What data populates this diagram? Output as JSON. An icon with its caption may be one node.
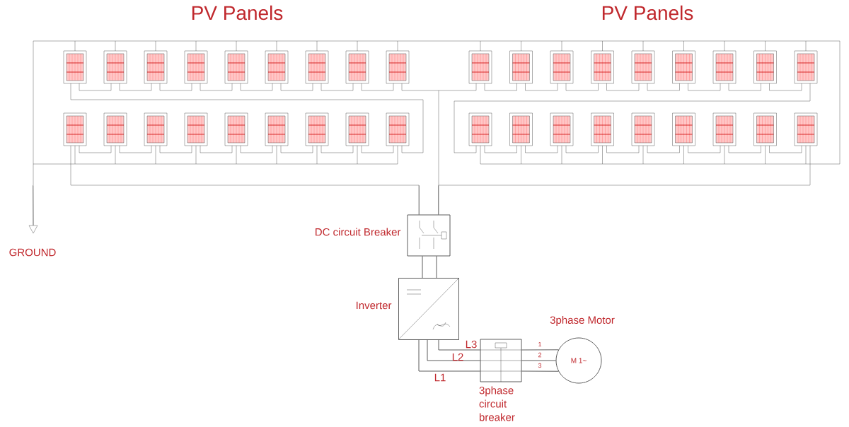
{
  "diagram": {
    "nodes": [
      {
        "text": [
          "PV Panels"
        ]
      },
      {
        "text": [
          "PV Panels"
        ]
      },
      {
        "text": [
          "GROUND"
        ]
      },
      {
        "text": [
          "DC circuit Breaker"
        ]
      },
      {
        "text": [
          "Inverter"
        ]
      },
      {
        "text": [
          "3phase circuit breaker"
        ]
      },
      {
        "text": [
          "3phase Motor",
          "M 1~"
        ]
      }
    ],
    "edges": [
      {
        "from": 0,
        "to": 3,
        "arrow": "none"
      },
      {
        "from": 1,
        "to": 3,
        "arrow": "none"
      },
      {
        "from": 0,
        "to": 2,
        "arrow": "none"
      },
      {
        "from": 3,
        "to": 4,
        "arrow": "none"
      },
      {
        "from": 3,
        "to": 4,
        "arrow": "none"
      },
      {
        "from": 4,
        "to": 5,
        "arrow": "none",
        "label": "L3"
      },
      {
        "from": 4,
        "to": 5,
        "arrow": "none",
        "label": "L2"
      },
      {
        "from": 4,
        "to": 5,
        "arrow": "none",
        "label": "L1"
      },
      {
        "from": 5,
        "to": 6,
        "arrow": "none",
        "label": "1"
      },
      {
        "from": 5,
        "to": 6,
        "arrow": "none",
        "label": "2"
      },
      {
        "from": 5,
        "to": 6,
        "arrow": "none",
        "label": "3"
      }
    ]
  }
}
